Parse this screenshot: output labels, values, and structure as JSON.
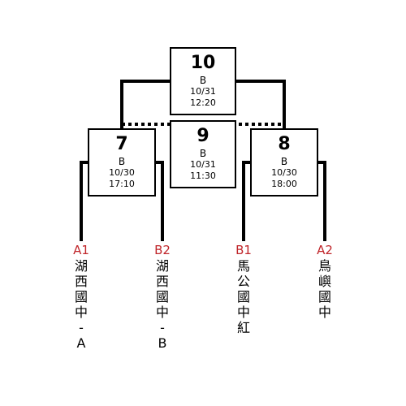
{
  "matches": {
    "m10": {
      "number": "10",
      "court": "B",
      "date": "10/31",
      "time": "12:20"
    },
    "m9": {
      "number": "9",
      "court": "B",
      "date": "10/31",
      "time": "11:30"
    },
    "m7": {
      "number": "7",
      "court": "B",
      "date": "10/30",
      "time": "17:10"
    },
    "m8": {
      "number": "8",
      "court": "B",
      "date": "10/30",
      "time": "18:00"
    }
  },
  "teams": [
    {
      "seed": "A1",
      "chars": [
        "湖",
        "西",
        "國",
        "中",
        "-",
        "A"
      ]
    },
    {
      "seed": "B2",
      "chars": [
        "湖",
        "西",
        "國",
        "中",
        "-",
        "B"
      ]
    },
    {
      "seed": "B1",
      "chars": [
        "馬",
        "公",
        "國",
        "中",
        "紅"
      ]
    },
    {
      "seed": "A2",
      "chars": [
        "鳥",
        "嶼",
        "國",
        "中"
      ]
    }
  ],
  "colors": {
    "seed": "#c0262b",
    "line": "#000000"
  }
}
